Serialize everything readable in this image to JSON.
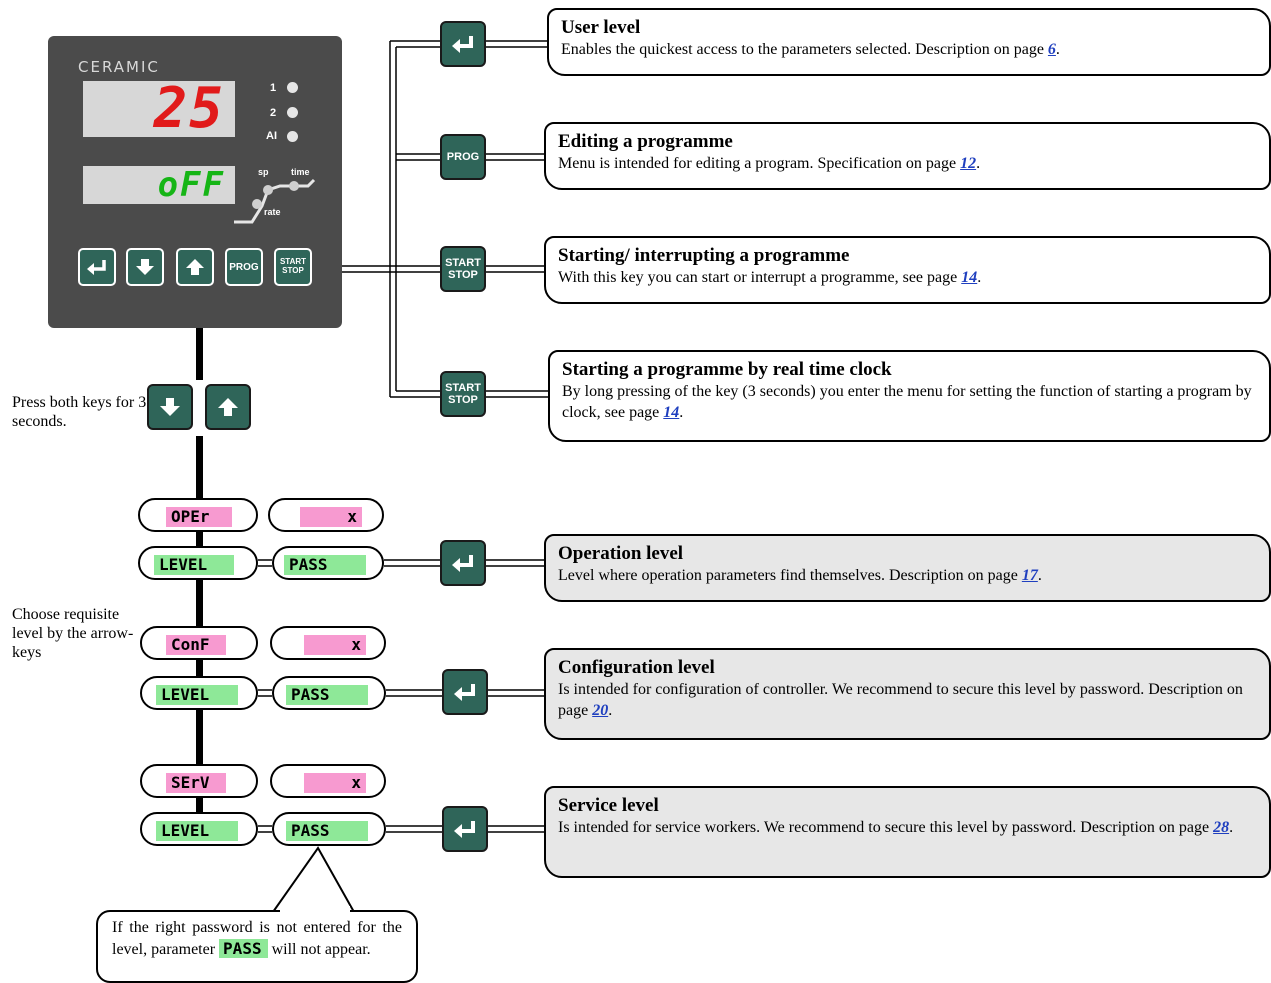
{
  "device": {
    "brand": "CERAMIC",
    "display_top": "25",
    "display_bottom": "oFF",
    "leds": [
      "1",
      "2",
      "AI"
    ],
    "profile_labels": {
      "sp": "sp",
      "time": "time",
      "rate": "rate"
    },
    "keys": [
      "enter",
      "down",
      "up",
      "PROG",
      "START STOP"
    ]
  },
  "keys": {
    "prog": "PROG",
    "start": "START",
    "stop": "STOP"
  },
  "icons": {
    "enter": "enter-arrow-icon",
    "down": "arrow-down-icon",
    "up": "arrow-up-icon"
  },
  "colors": {
    "key": "#2f6559",
    "param_name": "#f79ad0",
    "param_value": "#8ee898",
    "display_red": "#e11a1a",
    "display_green": "#16b516"
  },
  "instructions": {
    "press_both": "Press both keys for  3 seconds.",
    "choose_level": "Choose requisite level by the arrow-keys"
  },
  "levels": [
    {
      "name": "OPEr",
      "value": "x",
      "label": "LEVEL",
      "pass": "PASS"
    },
    {
      "name": "ConF",
      "value": "x",
      "label": "LEVEL",
      "pass": "PASS"
    },
    {
      "name": "SErV",
      "value": "x",
      "label": "LEVEL",
      "pass": "PASS"
    }
  ],
  "descriptions": [
    {
      "title": "User level",
      "text": "Enables the quickest access to the parameters selected. Description on page ",
      "page": "6",
      "end": "."
    },
    {
      "title": "Editing a programme",
      "text": "Menu is intended for editing a program. Specification on page ",
      "page": "12",
      "end": "."
    },
    {
      "title": "Starting/ interrupting a programme",
      "text": "With this key you can start or interrupt a programme, see page ",
      "page": "14",
      "end": "."
    },
    {
      "title": "Starting a programme by real time clock",
      "text": "By long pressing of the key (3 seconds) you enter the menu for setting the function of starting a program by clock, see page ",
      "page": "14",
      "end": "."
    },
    {
      "title": "Operation level",
      "text": "Level where operation parameters find themselves. Description on page ",
      "page": "17",
      "end": "."
    },
    {
      "title": "Configuration level",
      "text": "Is intended for configuration of controller. We recommend to secure this level by password. Description on page ",
      "page": "20",
      "end": "."
    },
    {
      "title": "Service level",
      "text": "Is intended for service workers. We recommend to secure this level by password. Description on page ",
      "page": "28",
      "end": "."
    }
  ],
  "callout": {
    "before": "If the right password is not entered for the level, parameter ",
    "param": "PASS",
    "after": " will not appear."
  }
}
